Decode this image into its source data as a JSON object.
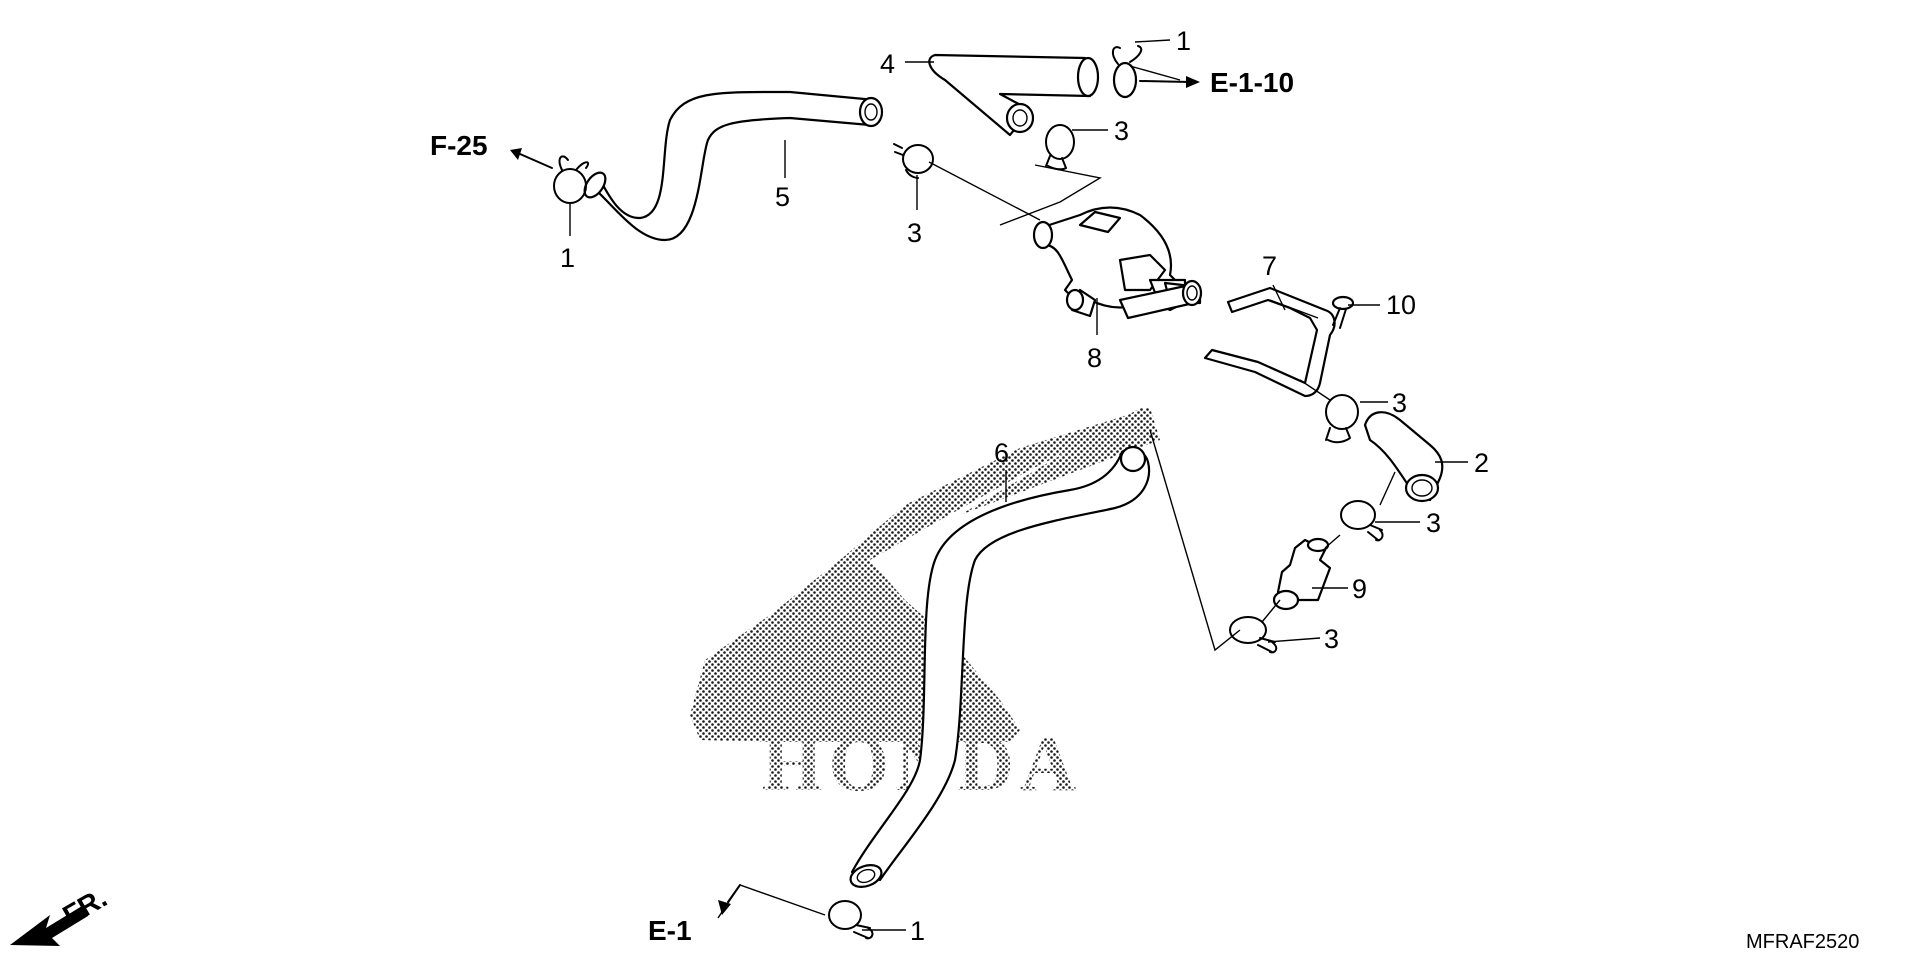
{
  "diagram": {
    "code": "MFRAF2520",
    "front_label": "FR.",
    "logo_text": "HONDA",
    "refs": {
      "f25": "F-25",
      "e110": "E-1-10",
      "e1": "E-1"
    },
    "callouts": {
      "c1a": "1",
      "c1b": "1",
      "c1c": "1",
      "c2": "2",
      "c3a": "3",
      "c3b": "3",
      "c3c": "3",
      "c3d": "3",
      "c3e": "3",
      "c4": "4",
      "c5": "5",
      "c6": "6",
      "c7": "7",
      "c8": "8",
      "c9": "9",
      "c10": "10"
    }
  }
}
